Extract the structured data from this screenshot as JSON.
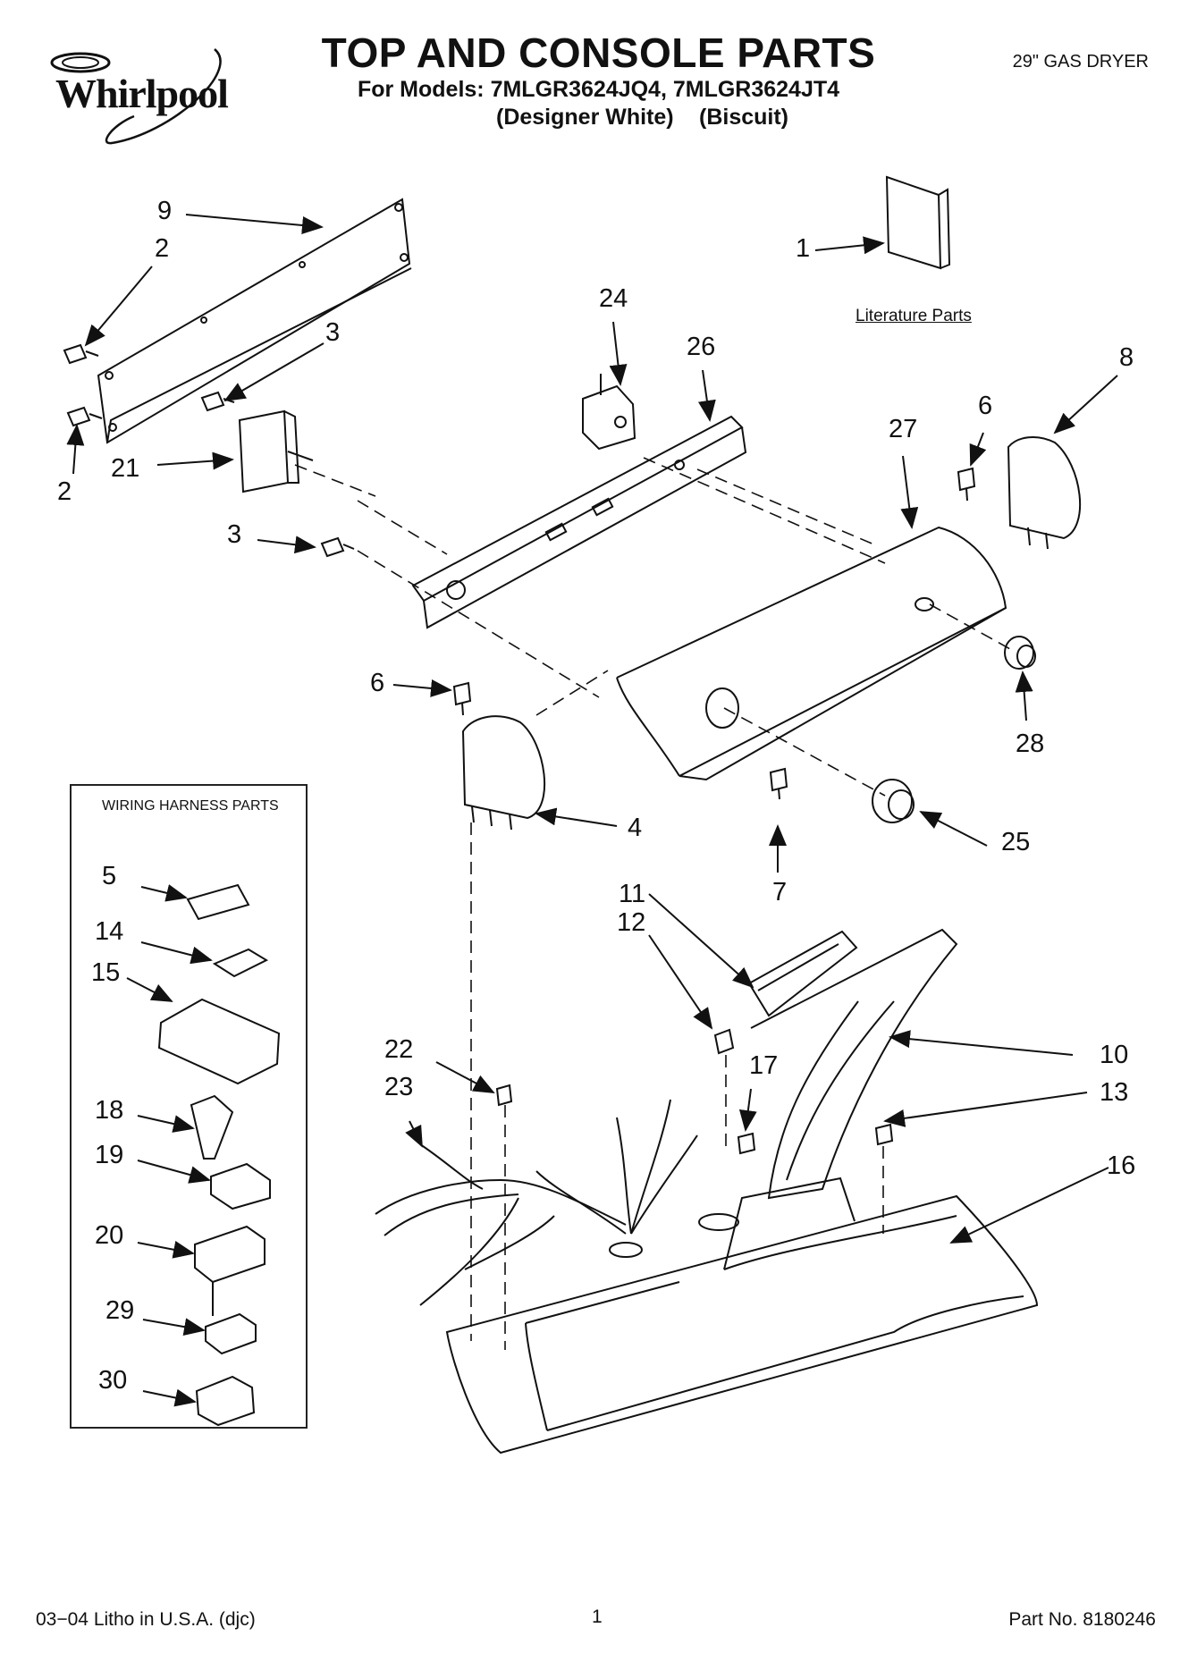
{
  "header": {
    "brand": "Whirlpool",
    "title": "TOP AND CONSOLE PARTS",
    "models": "For Models: 7MLGR3624JQ4, 7MLGR3624JT4",
    "colors": [
      "(Designer White)",
      "(Biscuit)"
    ],
    "product": "29\" GAS DRYER"
  },
  "literature_label": "Literature Parts",
  "wiring_box_title": "WIRING HARNESS PARTS",
  "callouts": {
    "c1": "1",
    "c2a": "2",
    "c2b": "2",
    "c3a": "3",
    "c3b": "3",
    "c4": "4",
    "c5": "5",
    "c6a": "6",
    "c6b": "6",
    "c7": "7",
    "c8": "8",
    "c9": "9",
    "c10": "10",
    "c11": "11",
    "c12": "12",
    "c13": "13",
    "c14": "14",
    "c15": "15",
    "c16": "16",
    "c17": "17",
    "c18": "18",
    "c19": "19",
    "c20": "20",
    "c21": "21",
    "c22": "22",
    "c23": "23",
    "c24": "24",
    "c25": "25",
    "c26": "26",
    "c27": "27",
    "c28": "28",
    "c29": "29",
    "c30": "30"
  },
  "footer": {
    "litho": "03−04 Litho in U.S.A. (djc)",
    "page": "1",
    "part_no": "Part No. 8180246"
  }
}
